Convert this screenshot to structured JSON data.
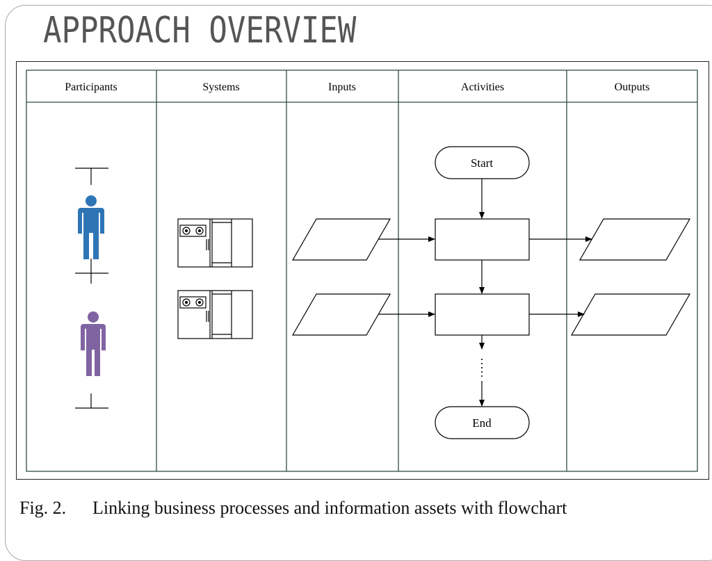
{
  "slide": {
    "title": "APPROACH OVERVIEW"
  },
  "diagram": {
    "lanes": [
      {
        "label": "Participants"
      },
      {
        "label": "Systems"
      },
      {
        "label": "Inputs"
      },
      {
        "label": "Activities"
      },
      {
        "label": "Outputs"
      }
    ],
    "nodes": {
      "start": "Start",
      "end": "End"
    },
    "colors": {
      "lane_border": "#2f4f3f",
      "participant_1": "#2e75b6",
      "participant_2": "#8064a2",
      "stroke": "#000000"
    },
    "icons": [
      "person-icon",
      "person-icon",
      "server-icon",
      "server-icon"
    ]
  },
  "caption": {
    "number": "Fig. 2.",
    "text": "Linking business processes and information assets with flowchart"
  }
}
